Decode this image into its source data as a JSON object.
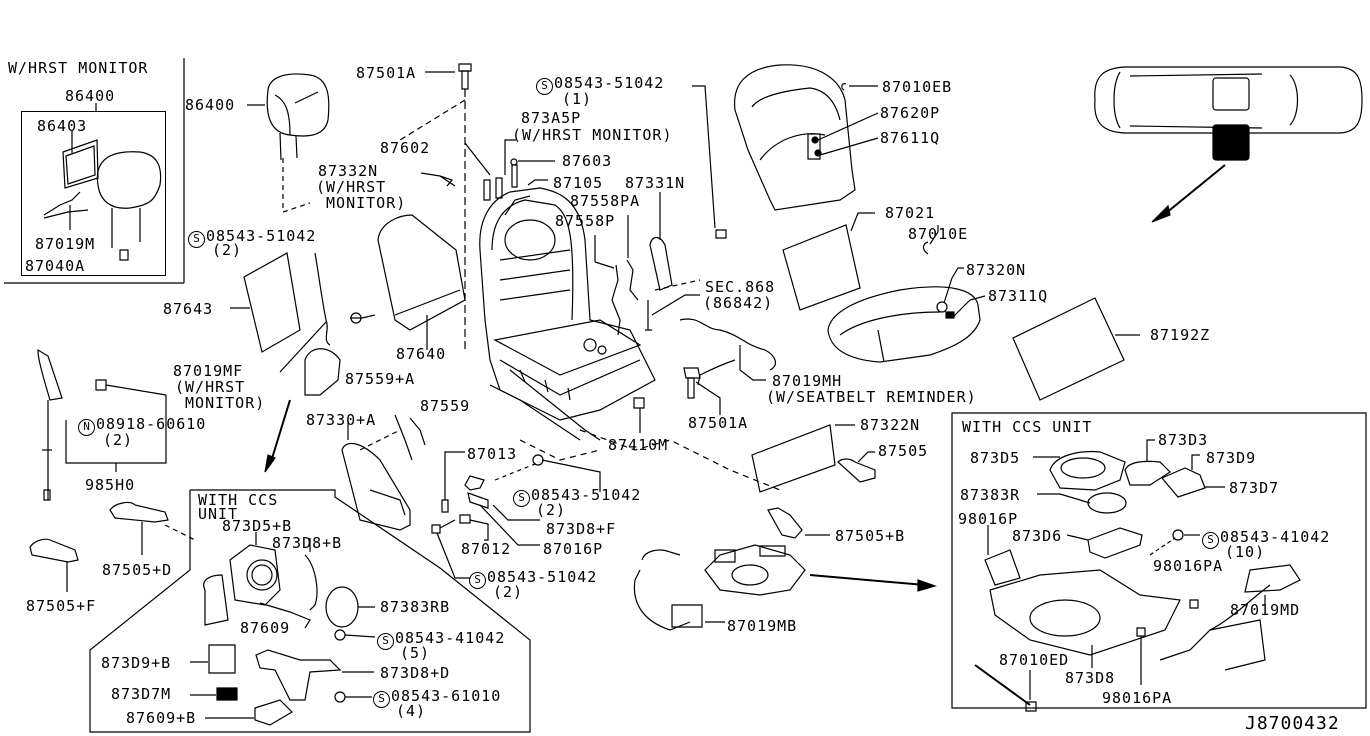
{
  "diagram_code": "J8700432",
  "insets": {
    "hrst_monitor": {
      "title": "W/HRST MONITOR",
      "parts": [
        "86400",
        "86403",
        "87019M",
        "87040A"
      ]
    },
    "ccs_unit_left": {
      "title_line1": "WITH CCS",
      "title_line2": "UNIT"
    },
    "ccs_unit_right": {
      "title": "WITH CCS UNIT"
    }
  },
  "labels": {
    "p86400": "86400",
    "p87501A_top": "87501A",
    "p87602": "87602",
    "p87332N": "87332N",
    "p87332N_note1": "(W/HRST",
    "p87332N_note2": " MONITOR)",
    "s_08543_51042_a": "08543-51042",
    "s_08543_51042_a_qty": "(2)",
    "p87643": "87643",
    "p87640": "87640",
    "p87019MF": "87019MF",
    "p87019MF_note1": "(W/HRST",
    "p87019MF_note2": " MONITOR)",
    "n_08918_60610": "08918-60610",
    "n_08918_60610_qty": "(2)",
    "p985H0": "985H0",
    "p87505D": "87505+D",
    "p87505F": "87505+F",
    "s_08543_51042_top": "08543-51042",
    "s_08543_51042_top_qty": "(1)",
    "p873A5P": "873A5P",
    "p873A5P_note": "(W/HRST MONITOR)",
    "p87603": "87603",
    "p87105": "87105",
    "p87331N": "87331N",
    "p87558PA": "87558PA",
    "p87558P": "87558P",
    "sec868": "SEC.868",
    "sec868_sub": "(86842)",
    "p87559A": "87559+A",
    "p87559": "87559",
    "p87330A": "87330+A",
    "p87501A_mid": "87501A",
    "p87019MH": "87019MH",
    "p87019MH_note": "(W/SEATBELT REMINDER)",
    "p87410M": "87410M",
    "p87013": "87013",
    "s_08543_51042_b": "08543-51042",
    "s_08543_51042_b_qty": "(2)",
    "p873D8F": "873D8+F",
    "p87012": "87012",
    "p87016P": "87016P",
    "s_08543_51042_c": "08543-51042",
    "s_08543_51042_c_qty": "(2)",
    "p87019MB": "87019MB",
    "p87010EB": "87010EB",
    "p87620P": "87620P",
    "p87611Q": "87611Q",
    "p87021": "87021",
    "p87010E": "87010E",
    "p87320N": "87320N",
    "p87311Q": "87311Q",
    "p87192Z": "87192Z",
    "p87322N": "87322N",
    "p87505": "87505",
    "p87505B": "87505+B",
    "ccsL_873D5B": "873D5+B",
    "ccsL_873D8B": "873D8+B",
    "ccsL_87383RB": "87383RB",
    "ccsL_87609": "87609",
    "ccsL_s_08543_41042": "08543-41042",
    "ccsL_s_08543_41042_qty": "(5)",
    "ccsL_873D9B": "873D9+B",
    "ccsL_873D8D": "873D8+D",
    "ccsL_873D7M": "873D7M",
    "ccsL_s_08543_61010": "08543-61010",
    "ccsL_s_08543_61010_qty": "(4)",
    "ccsL_87609B": "87609+B",
    "ccsR_873D5": "873D5",
    "ccsR_873D3": "873D3",
    "ccsR_873D9": "873D9",
    "ccsR_873D7": "873D7",
    "ccsR_87383R": "87383R",
    "ccsR_98016P": "98016P",
    "ccsR_873D6": "873D6",
    "ccsR_s_08543_41042": "08543-41042",
    "ccsR_s_08543_41042_qty": "(10)",
    "ccsR_98016PA_top": "98016PA",
    "ccsR_87019MD": "87019MD",
    "ccsR_87010ED": "87010ED",
    "ccsR_873D8": "873D8",
    "ccsR_98016PA_bot": "98016PA"
  },
  "symbols": {
    "screw": "S",
    "nut": "N"
  }
}
